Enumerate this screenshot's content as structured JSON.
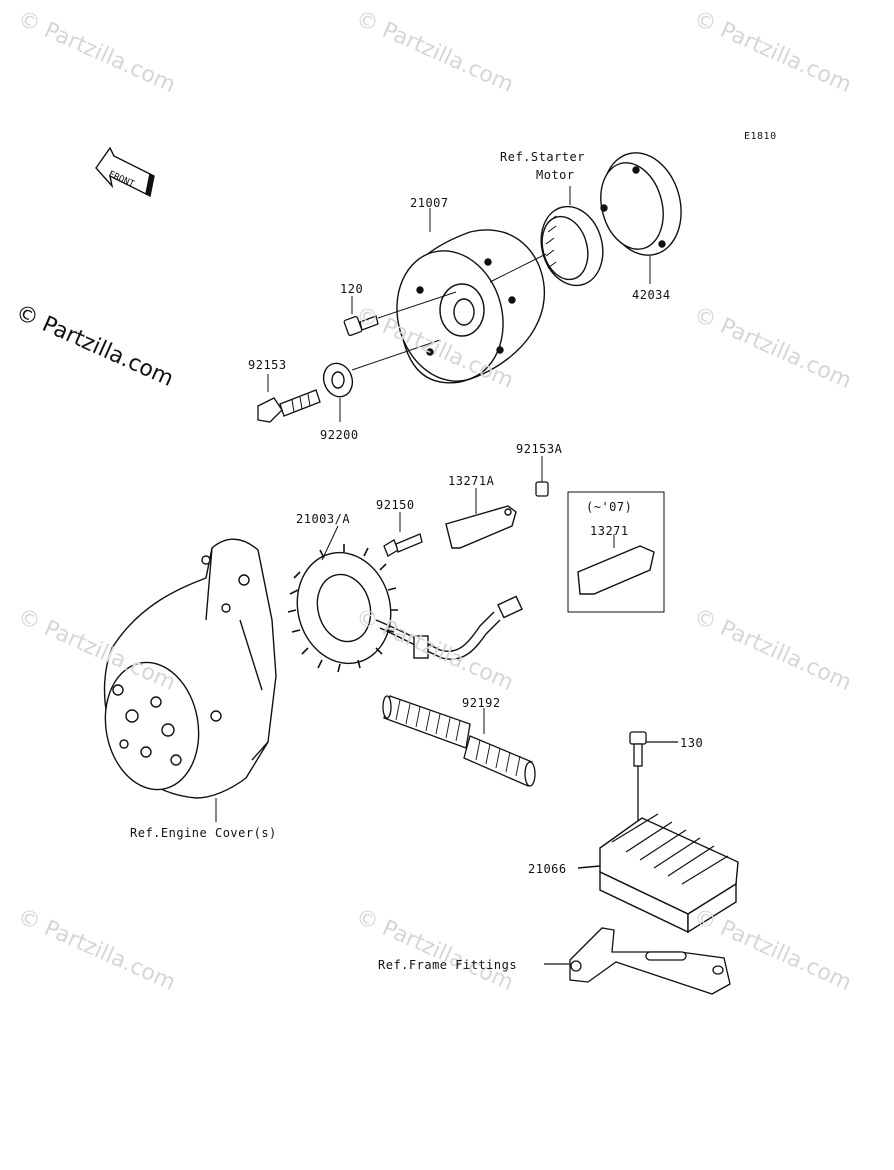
{
  "watermark": {
    "text": "© Partzilla.com",
    "main_text": "© Partzilla.com"
  },
  "diagram_code": "E1810",
  "labels": {
    "ref_starter_motor_1": "Ref.Starter",
    "ref_starter_motor_2": "Motor",
    "p21007": "21007",
    "p42034": "42034",
    "p120": "120",
    "p92153": "92153",
    "p92200": "92200",
    "p92153A": "92153A",
    "p13271A": "13271A",
    "p92150": "92150",
    "p21003A": "21003/A",
    "year_note": "(~'07)",
    "p13271": "13271",
    "p92192": "92192",
    "p130": "130",
    "ref_engine_cover": "Ref.Engine Cover(s)",
    "p21066": "21066",
    "ref_frame_fittings": "Ref.Frame Fittings"
  },
  "front_arrow": "FRONT"
}
